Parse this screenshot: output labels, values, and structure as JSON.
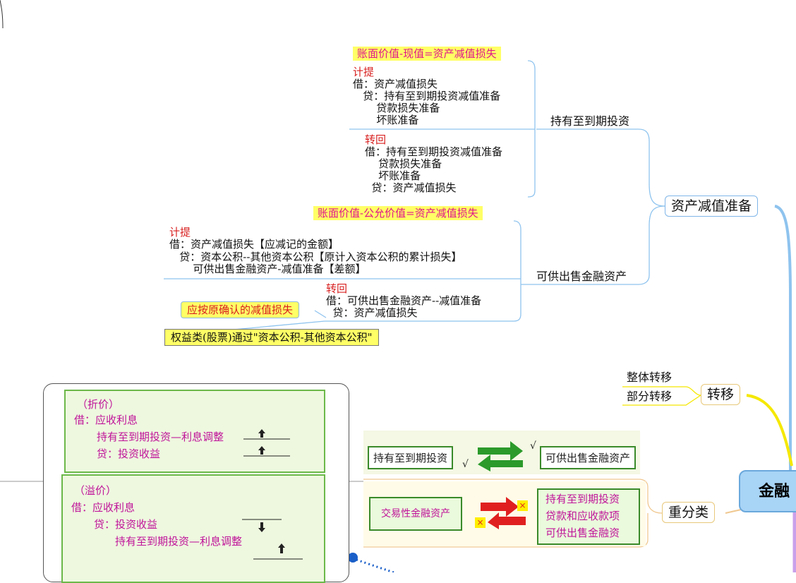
{
  "central": {
    "label": "金融"
  },
  "impairment": {
    "node_label": "资产减值准备",
    "htm": {
      "label": "持有至到期投资",
      "formula": "账面价值-现值=资产减值损失",
      "provision": {
        "title": "计提",
        "lines": [
          "借：资产减值损失",
          "   贷：持有至到期投资减值准备",
          "       贷款损失准备",
          "       坏账准备"
        ]
      },
      "reversal": {
        "title": "转回",
        "lines": [
          "借：持有至到期投资减值准备",
          "    贷款损失准备",
          "    坏账准备",
          "  贷：资产减值损失"
        ]
      }
    },
    "afs": {
      "label": "可供出售金融资产",
      "formula": "账面价值-公允价值=资产减值损失",
      "provision": {
        "title": "计提",
        "lines": [
          "借：资产减值损失【应减记的金额】",
          "   贷：资本公积--其他资本公积【原计入资本公积的累计损失】",
          "       可供出售金融资产-减值准备【差额】"
        ]
      },
      "reversal": {
        "title": "转回",
        "lines": [
          "借：可供出售金融资产--减值准备",
          "  贷：资产减值损失"
        ]
      },
      "callout": "应按原确认的减值损失",
      "equity_note": "权益类(股票)通过\"资本公积-其他资本公积\""
    }
  },
  "transfer": {
    "node_label": "转移",
    "items": [
      "整体转移",
      "部分转移"
    ]
  },
  "reclass": {
    "node_label": "重分类",
    "top": {
      "left": "持有至到期投资",
      "right": "可供出售金融资产",
      "check": "√"
    },
    "bottom": {
      "left": "交易性金融资产",
      "right_lines": [
        "持有至到期投资",
        "贷款和应收款项",
        "可供出售金融资"
      ],
      "mark": "×"
    }
  },
  "image_box": {
    "discount": {
      "title": "（折价）",
      "lines": [
        "借：应收利息",
        "持有至到期投资—利息调整",
        "贷：投资收益"
      ]
    },
    "premium": {
      "title": "（溢价）",
      "lines": [
        "借：应收利息",
        "贷：投资收益",
        "持有至到期投资—利息调整"
      ]
    }
  },
  "colors": {
    "branch_blue": "#8ec3ee",
    "branch_yellow": "#f5e800",
    "branch_purple": "#c9a0ea",
    "highlight": "#ffff66"
  }
}
